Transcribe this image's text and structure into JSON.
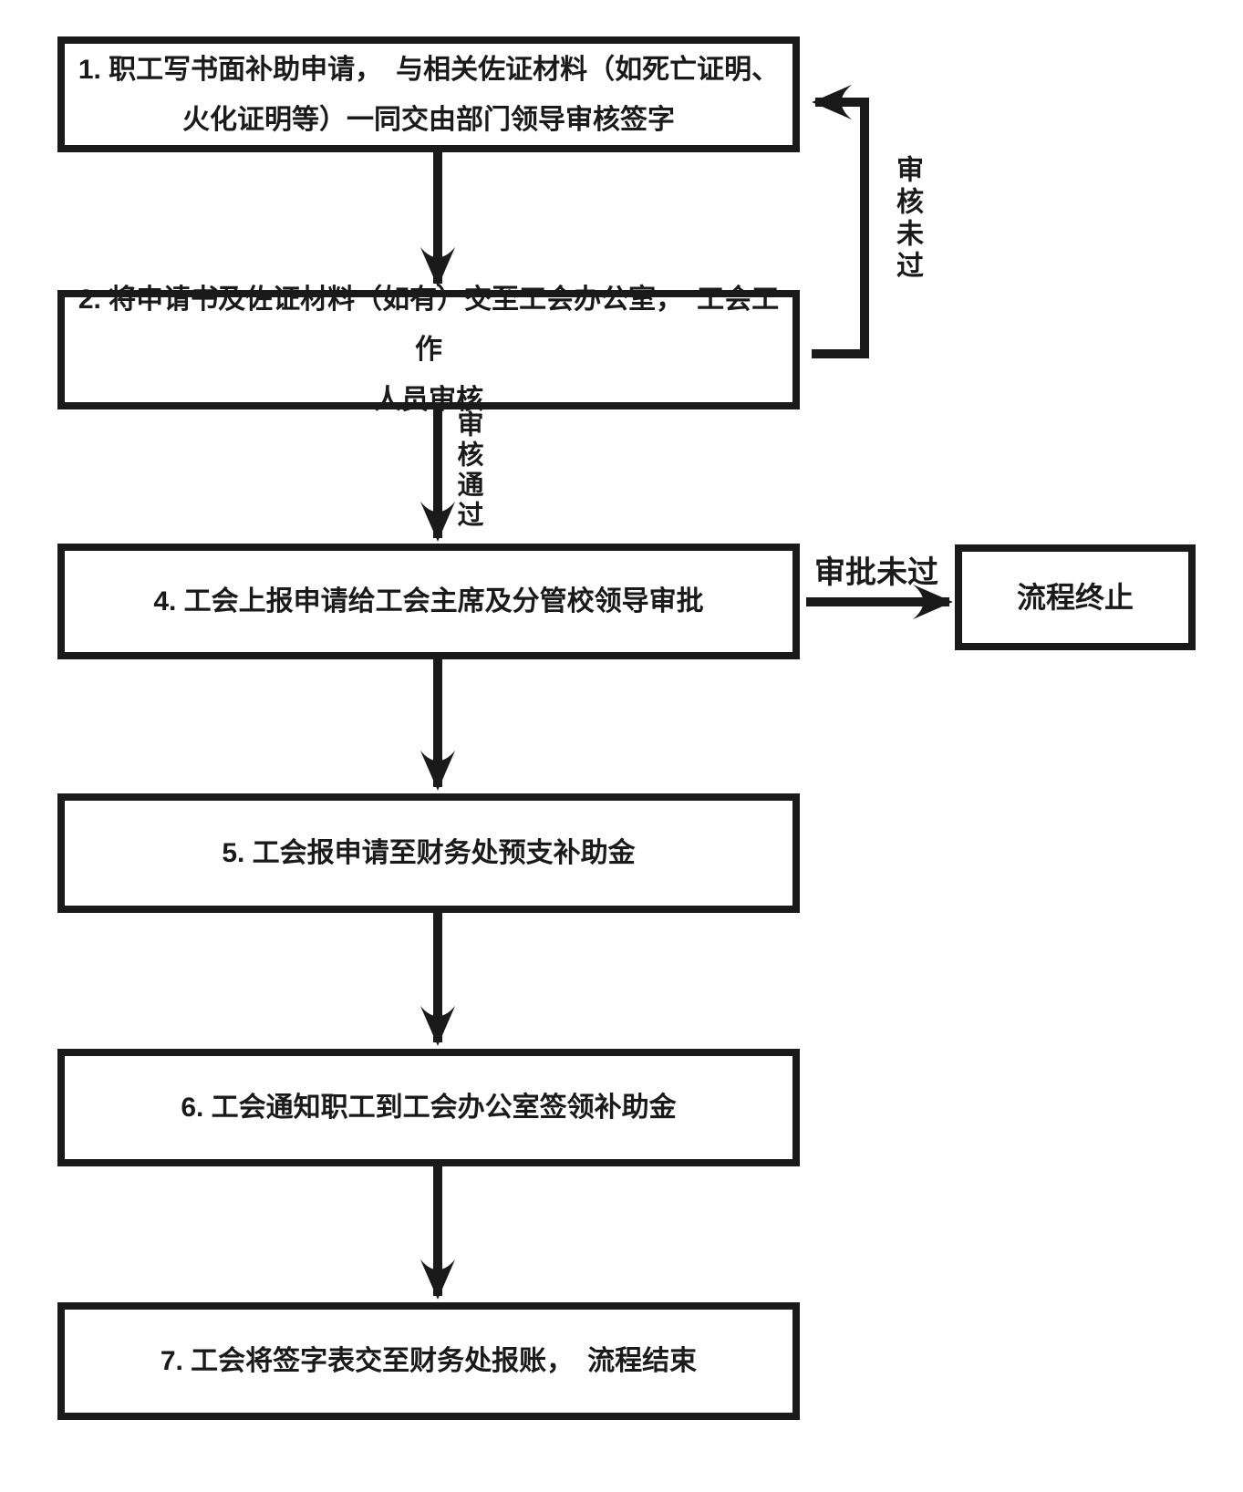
{
  "diagram": {
    "type": "flowchart",
    "background_color": "#ffffff",
    "ink_color": "#1a1a1a",
    "boxes": {
      "step1": {
        "lines": [
          "1. 职工写书面补助申请，　与相关佐证材料（如死亡证明、",
          "火化证明等）一同交由部门领导审核签字"
        ]
      },
      "step2": {
        "lines": [
          "2. 将申请书及佐证材料（如有）交至工会办公室，　工会工作",
          "人员审核"
        ]
      },
      "step4": {
        "lines": [
          "4. 工会上报申请给工会主席及分管校领导审批"
        ]
      },
      "step5": {
        "lines": [
          "5. 工会报申请至财务处预支补助金"
        ]
      },
      "step6": {
        "lines": [
          "6. 工会通知职工到工会办公室签领补助金"
        ]
      },
      "step7": {
        "lines": [
          "7. 工会将签字表交至财务处报账，　流程结束"
        ]
      },
      "terminate": {
        "lines": [
          "流程终止"
        ]
      }
    },
    "edge_labels": {
      "review_failed": "审核未过",
      "review_passed": "审核通过",
      "approval_failed": "审批未过"
    }
  }
}
